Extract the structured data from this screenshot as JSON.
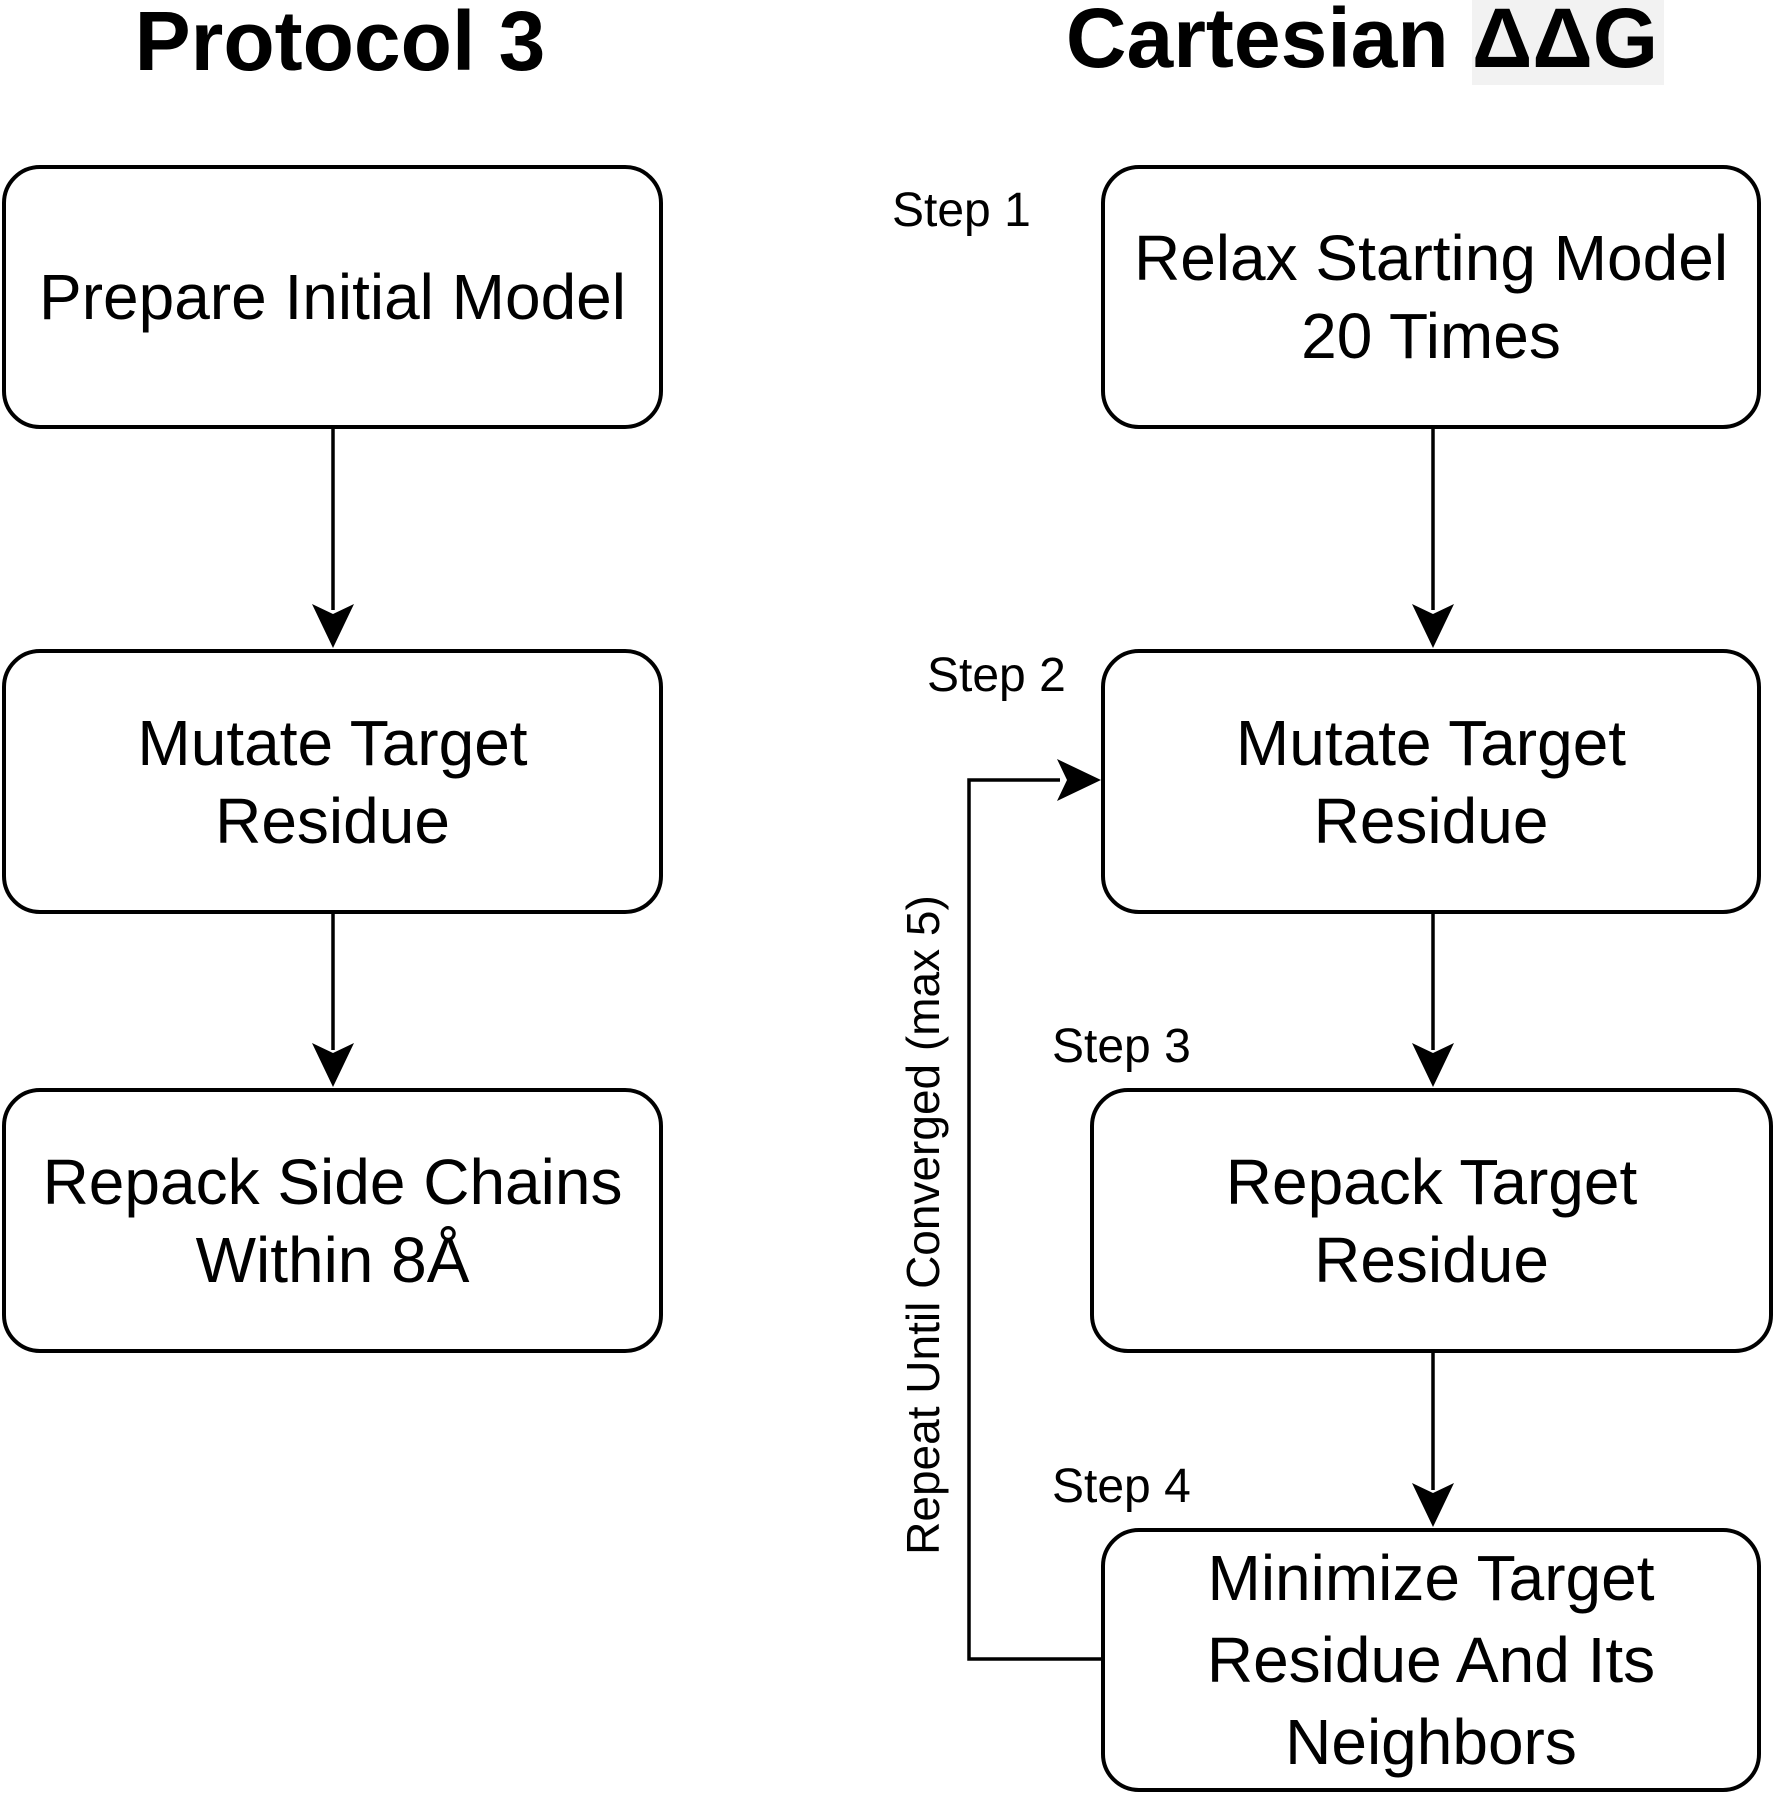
{
  "protocol3": {
    "title": "Protocol 3",
    "steps": [
      "Prepare Initial Model",
      "Mutate Target\nResidue",
      "Repack Side Chains\nWithin 8Å"
    ]
  },
  "cartesian": {
    "title_text": "Cartesian ",
    "title_delta": "ΔΔG",
    "steps": [
      {
        "label": "Step 1",
        "text": "Relax Starting Model\n20 Times"
      },
      {
        "label": "Step 2",
        "text": "Mutate Target\nResidue"
      },
      {
        "label": "Step 3",
        "text": "Repack Target\nResidue"
      },
      {
        "label": "Step 4",
        "text": "Minimize Target\nResidue And Its\nNeighbors"
      }
    ],
    "loop_label": "Repeat Until Converged (max 5)"
  }
}
